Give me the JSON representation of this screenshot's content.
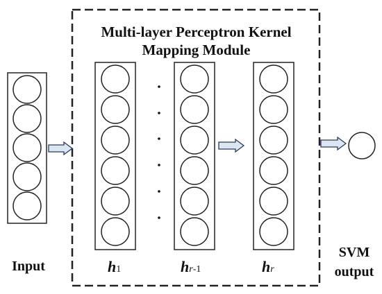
{
  "module": {
    "title_line1": "Multi-layer Perceptron Kernel",
    "title_line2": "Mapping Module"
  },
  "labels": {
    "input": "Input",
    "svm_line1": "SVM",
    "svm_line2": "output"
  },
  "layers": {
    "h1_base": "h",
    "h1_sub": "1",
    "hr1_base": "h",
    "hr1_sub_var": "r",
    "hr1_sub_rest": "-1",
    "hr_base": "h",
    "hr_sub": "r"
  },
  "colors": {
    "stroke": "#222222",
    "arrow_fill": "#dbe6f2",
    "arrow_stroke": "#2a3a55"
  }
}
